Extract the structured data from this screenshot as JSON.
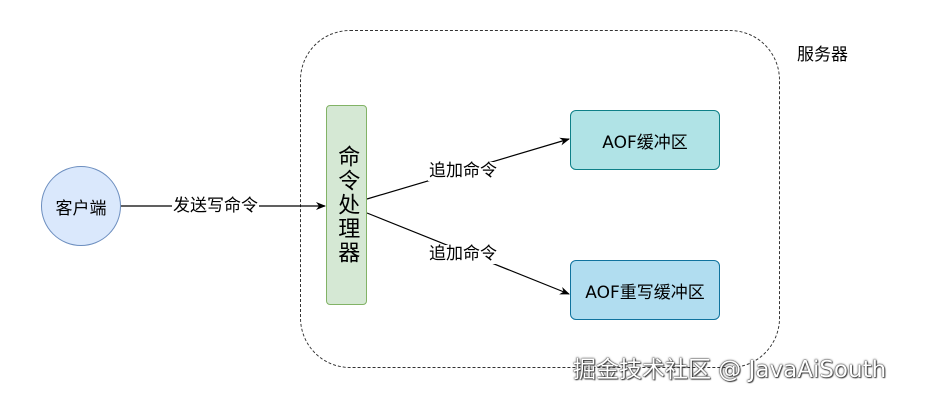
{
  "server": {
    "label": "服务器"
  },
  "nodes": {
    "client": "客户端",
    "processor": "命令处理器",
    "aof_buffer": "AOF缓冲区",
    "aof_rewrite_buffer": "AOF重写缓冲区"
  },
  "edges": {
    "send_write": "发送写命令",
    "append_1": "追加命令",
    "append_2": "追加命令"
  },
  "watermark": "掘金技术社区 @ JavaAiSouth",
  "colors": {
    "client_fill": "#dae8fc",
    "client_stroke": "#6c8ebf",
    "processor_fill": "#d5e8d4",
    "processor_stroke": "#82b366",
    "aof_buffer_fill": "#b0e3e6",
    "aof_buffer_stroke": "#0e8088",
    "aof_rewrite_fill": "#b1ddf0",
    "aof_rewrite_stroke": "#10739e"
  }
}
